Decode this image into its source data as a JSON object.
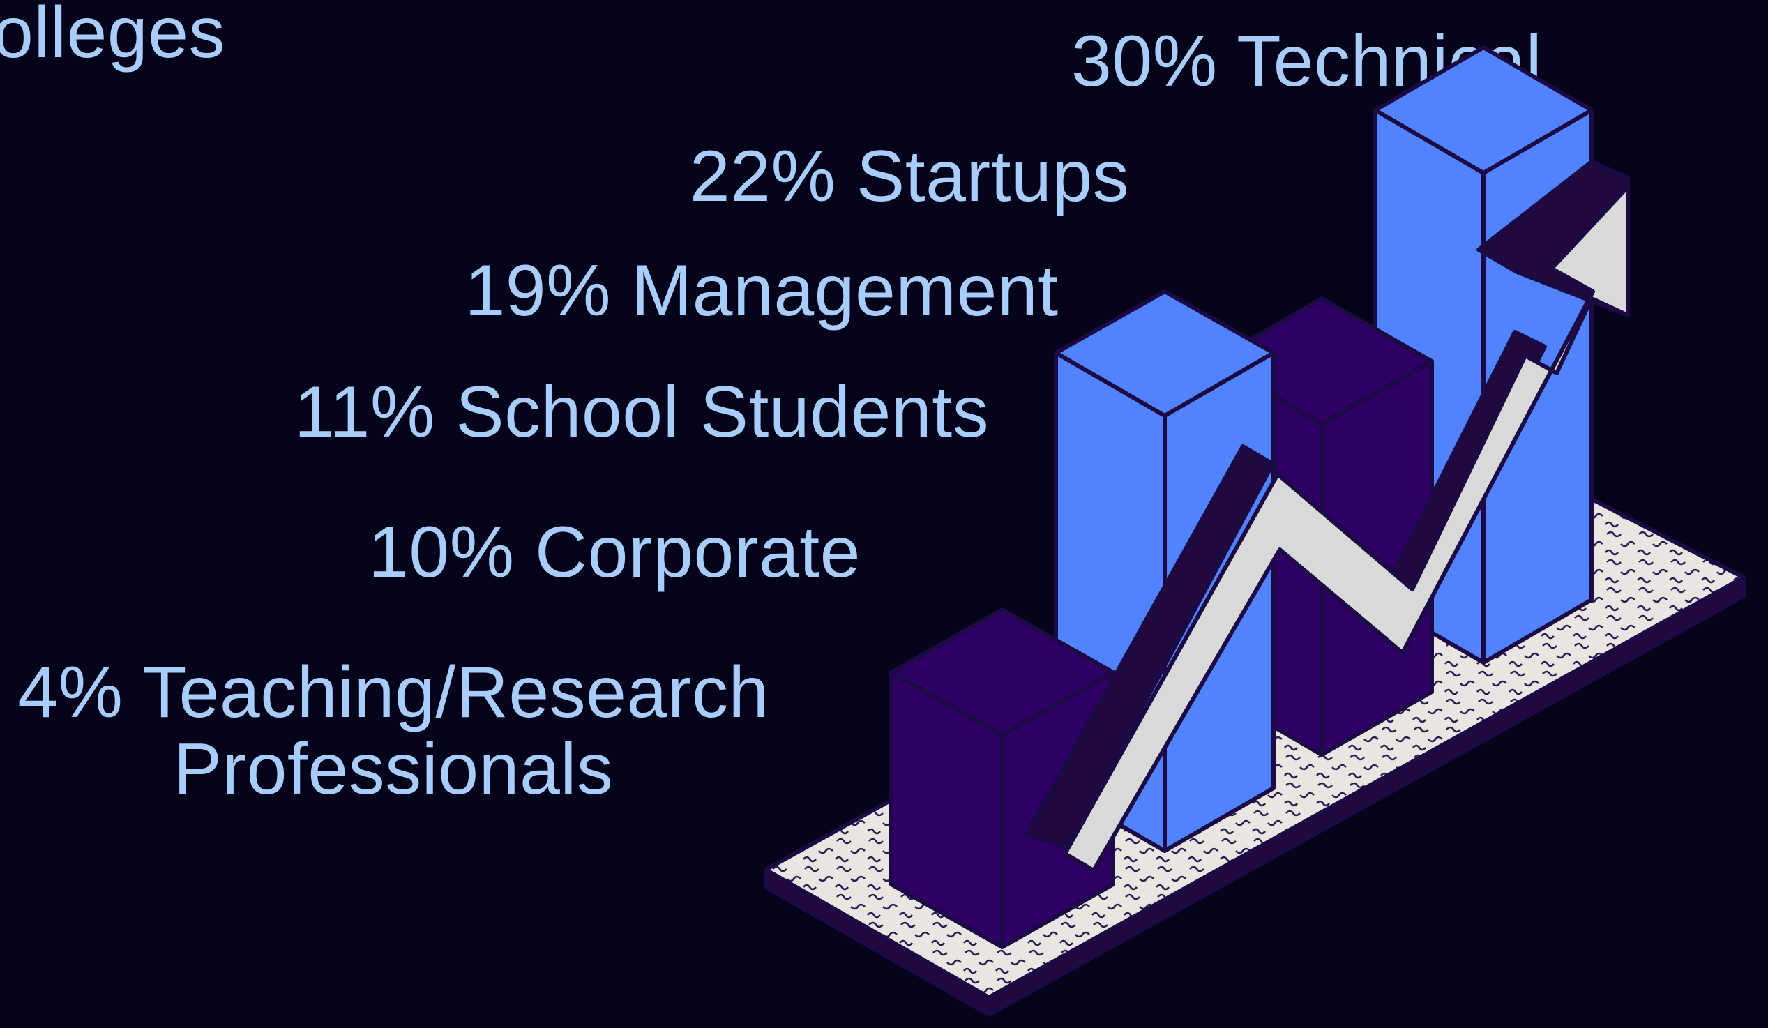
{
  "header_partial": "olleges",
  "stats": [
    {
      "percent": "30%",
      "label": "Technical"
    },
    {
      "percent": "22%",
      "label": "Startups"
    },
    {
      "percent": "19%",
      "label": "Management"
    },
    {
      "percent": "11%",
      "label": "School Students"
    },
    {
      "percent": "10%",
      "label": "Corporate"
    },
    {
      "percent": "4%",
      "label": "Teaching/Research",
      "label_line2": "Professionals"
    }
  ],
  "colors": {
    "background": "#05041a",
    "text": "#a9cdfa",
    "bar_light": "#5283ff",
    "bar_dark": "#2e0065",
    "outline": "#1c0a45",
    "arrow": "#d9d9d9",
    "base": "#e9e5e0"
  },
  "illustration": {
    "icon": "isometric-bar-chart-with-rising-arrow-icon"
  }
}
